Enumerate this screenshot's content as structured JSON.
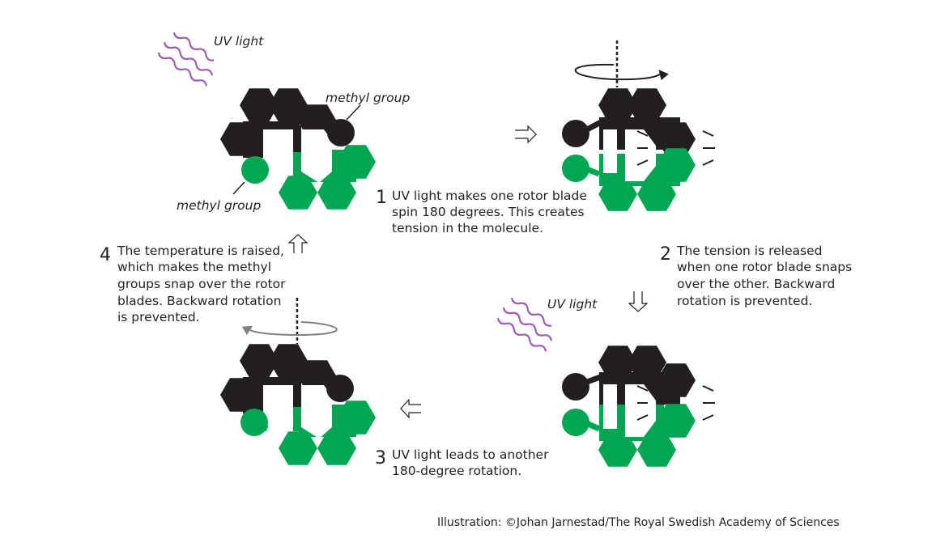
{
  "labels": {
    "uv_light_top": "UV light",
    "methyl_top": "methyl group",
    "methyl_bottom": "methyl group",
    "uv_light_step3": "UV light"
  },
  "steps": [
    {
      "number": "1",
      "lines": [
        "UV light makes one rotor blade",
        "spin 180 degrees. This creates",
        "tension in the molecule."
      ]
    },
    {
      "number": "2",
      "lines": [
        "The tension is released",
        "when one rotor blade snaps",
        "over the other. Backward",
        "rotation is prevented."
      ]
    },
    {
      "number": "3",
      "lines": [
        "UV light leads to another",
        "180-degree rotation."
      ]
    },
    {
      "number": "4",
      "lines": [
        "The temperature is raised,",
        "which makes the methyl",
        "groups snap over the rotor",
        "blades. Backward rotation",
        "is prevented."
      ]
    }
  ],
  "credit": "Illustration: ©Johan Jarnestad/The Royal Swedish Academy of Sciences",
  "colors": {
    "black_blade": "#231f20",
    "green_blade": "#00a651",
    "uv": "#a05cb4",
    "arrow_grey": "#808080"
  }
}
